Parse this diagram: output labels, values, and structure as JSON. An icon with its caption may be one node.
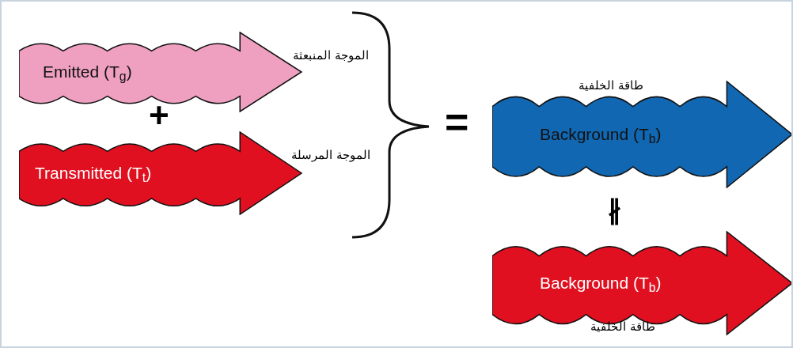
{
  "diagram": {
    "nodes": [
      {
        "text": [
          "Emitted (T$_{g}$)"
        ],
        "beside": [
          "الموجة المنبعثة"
        ]
      },
      {
        "text": [
          "Transmitted (T$_{t}$)"
        ],
        "beside": [
          "الموجة المرسلة"
        ]
      },
      {
        "text": [
          "Background (T$_{b}$)"
        ],
        "beside": [
          "طاقة الخلفية"
        ]
      },
      {
        "text": [
          "Background (T$_{b}$)"
        ],
        "beside": [
          "طاقة الخلفية"
        ]
      }
    ],
    "edges": [],
    "labels": [
      "+",
      "=",
      "∦"
    ]
  }
}
